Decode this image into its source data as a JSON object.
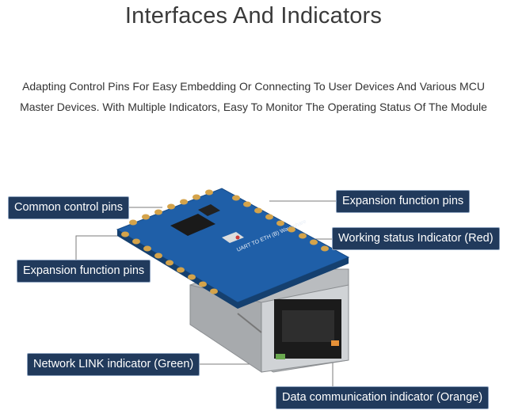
{
  "heading": {
    "title": "Interfaces And Indicators",
    "description_line1": "Adapting Control Pins For Easy Embedding Or Connecting To User Devices And Various MCU",
    "description_line2": "Master Devices. With Multiple Indicators, Easy To Monitor The Operating Status Of The Module"
  },
  "callouts": {
    "common_control_pins": "Common control pins",
    "expansion_pins_top": "Expansion function pins",
    "working_status": "Working status Indicator (Red)",
    "expansion_pins_left": "Expansion function pins",
    "network_link": "Network LINK indicator (Green)",
    "data_communication": "Data communication indicator (Orange)"
  },
  "board": {
    "silkscreen": "UART TO ETH (B) Waveshare",
    "pcb_color": "#1f5fa8",
    "pad_color": "#d4a34a"
  }
}
